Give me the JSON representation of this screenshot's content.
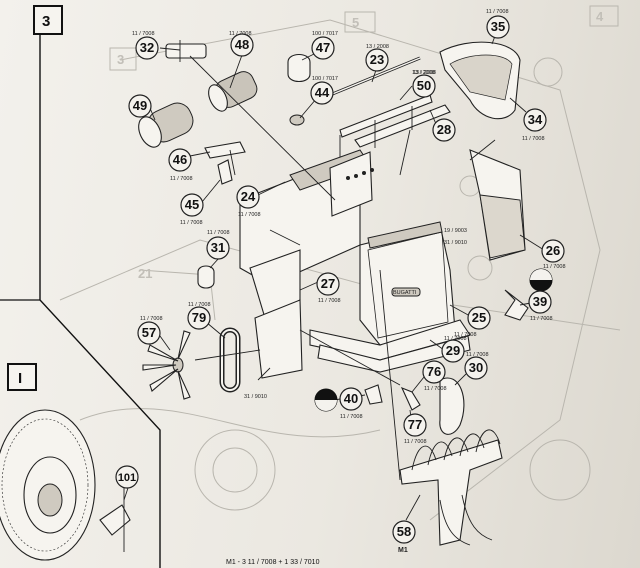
{
  "steps": {
    "step_3": "3",
    "step_I": "I"
  },
  "ghost_numbers": {
    "g5": "5",
    "g4": "4",
    "g3": "3",
    "g21": "21"
  },
  "parts": [
    {
      "id": "p32",
      "num": "32",
      "code": "11 / 7008"
    },
    {
      "id": "p48",
      "num": "48",
      "code": "11 / 7008"
    },
    {
      "id": "p47",
      "num": "47",
      "code": "100 / 7017"
    },
    {
      "id": "p44",
      "num": "44",
      "code": "100 / 7017"
    },
    {
      "id": "p23",
      "num": "23",
      "code": "13 / 2008"
    },
    {
      "id": "p50",
      "num": "50",
      "code": "13 / 2008"
    },
    {
      "id": "p35",
      "num": "35",
      "code": "11 / 7008"
    },
    {
      "id": "p28",
      "num": "28",
      "code": ""
    },
    {
      "id": "p34",
      "num": "34",
      "code": "11 / 7008"
    },
    {
      "id": "p49",
      "num": "49",
      "code": ""
    },
    {
      "id": "p46",
      "num": "46",
      "code": "11 / 7008"
    },
    {
      "id": "p45",
      "num": "45",
      "code": "11 / 7008"
    },
    {
      "id": "p24",
      "num": "24",
      "code": "11 / 7008"
    },
    {
      "id": "p31",
      "num": "31",
      "code": "11 / 7008"
    },
    {
      "id": "p26",
      "num": "26",
      "code": "11 / 7008"
    },
    {
      "id": "p27",
      "num": "27",
      "code": "11 / 7008"
    },
    {
      "id": "p39",
      "num": "39",
      "code": "11 / 7008"
    },
    {
      "id": "p25",
      "num": "25",
      "code": ""
    },
    {
      "id": "p57",
      "num": "57",
      "code": "11 / 7008"
    },
    {
      "id": "p79",
      "num": "79",
      "code": "11 / 7008"
    },
    {
      "id": "p29",
      "num": "29",
      "code": "11 / 7008"
    },
    {
      "id": "p76",
      "num": "76",
      "code": "11 / 7008"
    },
    {
      "id": "p30",
      "num": "30",
      "code": "11 / 7008"
    },
    {
      "id": "p40",
      "num": "40",
      "code": "11 / 7008"
    },
    {
      "id": "p77",
      "num": "77",
      "code": "11 / 7008"
    },
    {
      "id": "p101",
      "num": "101",
      "code": ""
    },
    {
      "id": "p58",
      "num": "58",
      "code": "M1"
    }
  ],
  "inline_codes": {
    "c1": "13 / 2008",
    "c2": "19 / 9003",
    "c3": "31 / 9010",
    "c4": "31 / 9010",
    "c5": "11 / 7008"
  },
  "engraving": "BUGATTI",
  "footer": "M1 - 3  11 / 7008 + 1  33 / 7010",
  "colors": {
    "paper": "#f0eee8",
    "ink": "#111111",
    "ghost": "#bdb9b0"
  }
}
